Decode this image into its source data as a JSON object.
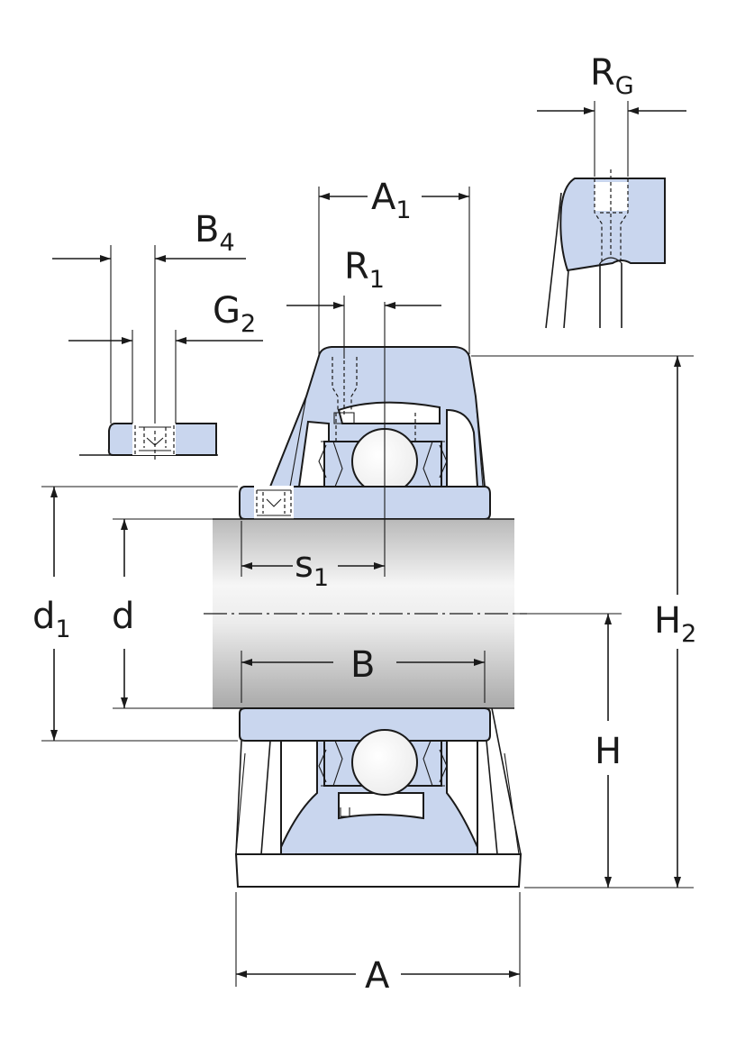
{
  "labels": {
    "RG": {
      "main": "R",
      "sub": "G"
    },
    "A1": {
      "main": "A",
      "sub": "1"
    },
    "B4": {
      "main": "B",
      "sub": "4"
    },
    "R1": {
      "main": "R",
      "sub": "1"
    },
    "G2": {
      "main": "G",
      "sub": "2"
    },
    "s1": {
      "main": "s",
      "sub": "1"
    },
    "d1": {
      "main": "d",
      "sub": "1"
    },
    "d": {
      "main": "d"
    },
    "H2": {
      "main": "H",
      "sub": "2"
    },
    "B": {
      "main": "B"
    },
    "H": {
      "main": "H"
    },
    "A": {
      "main": "A"
    }
  },
  "colors": {
    "housing_fill": "#c9d6ee",
    "line": "#1a1a1a",
    "shaft_light": "#f4f4f4",
    "shaft_dark": "#b4b4b4"
  }
}
